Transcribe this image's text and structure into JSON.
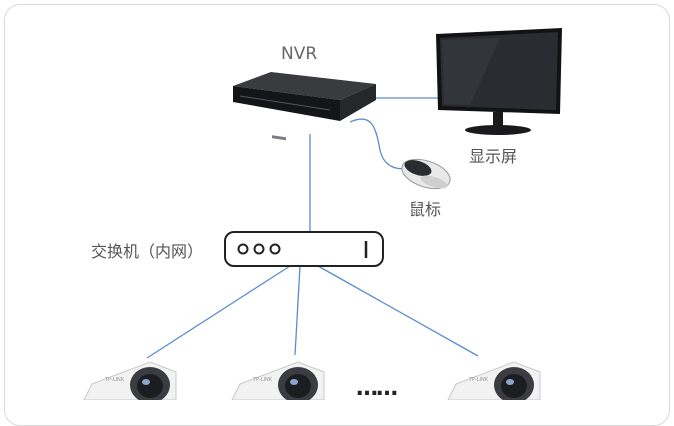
{
  "diagram": {
    "nvr_label": "NVR",
    "monitor_label": "显示屏",
    "mouse_label": "鼠标",
    "switch_label": "交换机（内网）",
    "ellipsis": "……",
    "colors": {
      "link": "#5b8bd0",
      "device_dark": "#1e1f22",
      "outline": "#222222",
      "camera_body": "#f2f2f2"
    }
  }
}
